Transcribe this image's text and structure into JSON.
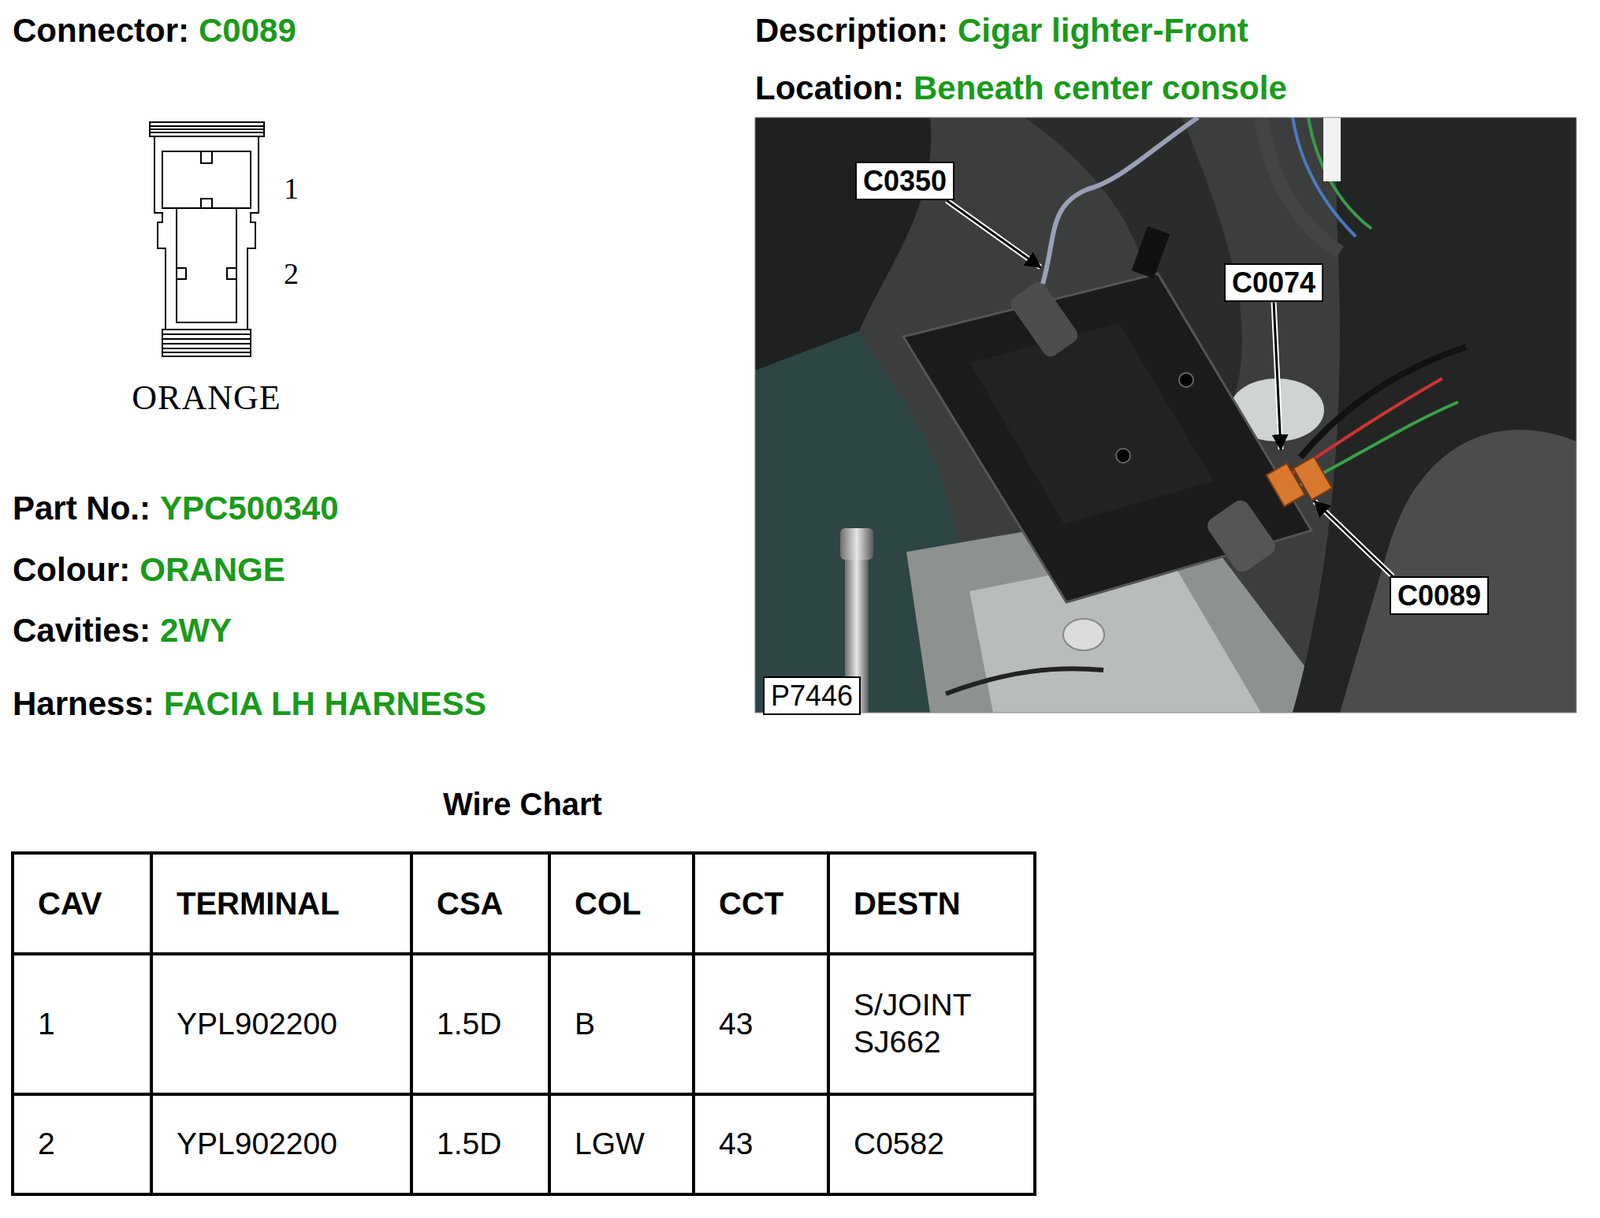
{
  "diagram": {
    "nodes": [
      {
        "text": [
          "C0350"
        ]
      },
      {
        "text": [
          "C0074"
        ]
      },
      {
        "text": [
          "C0089"
        ]
      },
      {
        "text": [
          "P7446"
        ]
      }
    ],
    "labels": [
      "Connector:",
      "C0089",
      "Description:",
      "Cigar lighter-Front",
      "Location:",
      "Beneath center console",
      "1",
      "2",
      "ORANGE",
      "Part No.:",
      "YPC500340",
      "Colour:",
      "ORANGE",
      "Cavities:",
      "2WY",
      "Harness:",
      "FACIA LH HARNESS",
      "Wire Chart",
      "CAV",
      "TERMINAL",
      "CSA",
      "COL",
      "CCT",
      "DESTN",
      "1",
      "YPL902200",
      "1.5D",
      "B",
      "43",
      "S/JOINT SJ662",
      "2",
      "YPL902200",
      "1.5D",
      "LGW",
      "43",
      "C0582"
    ]
  }
}
